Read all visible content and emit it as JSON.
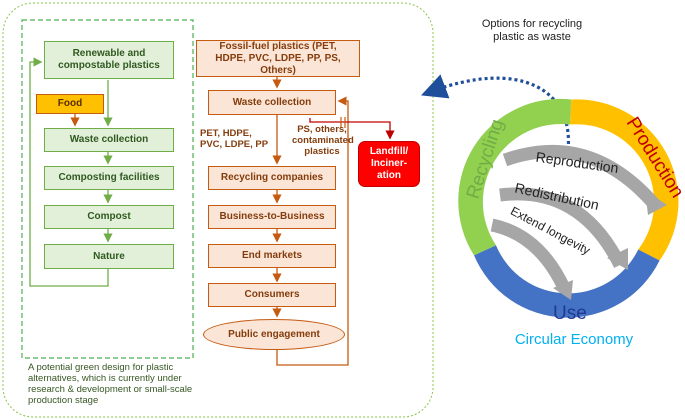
{
  "green_flow": {
    "renewable": "Renewable and\ncompostable plastics",
    "food": "Food",
    "waste_collection": "Waste collection",
    "composting": "Composting facilities",
    "compost": "Compost",
    "nature": "Nature",
    "note": "A potential green design for plastic alternatives, which is currently under research & development or small-scale production stage"
  },
  "fossil_flow": {
    "fossil": "Fossil-fuel plastics (PET, HDPE, PVC, LDPE, PP, PS, Others)",
    "waste_collection": "Waste collection",
    "recyclable_types": "PET, HDPE,\nPVC, LDPE, PP",
    "nonrecyclable_types": "PS, others,\ncontaminated\nplastics",
    "landfill": "Landfill/\nInciner-\nation",
    "recycling_companies": "Recycling companies",
    "b2b": "Business-to-Business",
    "end_markets": "End markets",
    "consumers": "Consumers",
    "public_engagement": "Public engagement"
  },
  "circular_economy": {
    "options_label": "Options for recycling\nplastic as waste",
    "title": "Circular Economy",
    "segments": [
      {
        "label": "Recycling",
        "color": "#92d050"
      },
      {
        "label": "Production",
        "color": "#ffc000"
      },
      {
        "label": "Use",
        "color": "#4472c4"
      }
    ],
    "arrows": [
      "Reproduction",
      "Redistribution",
      "Extend longevity"
    ],
    "colors": {
      "recycling_text": "#70ad47",
      "production_text": "#c00000",
      "use_text": "#1f3a93",
      "title_text": "#00b0f0"
    }
  }
}
